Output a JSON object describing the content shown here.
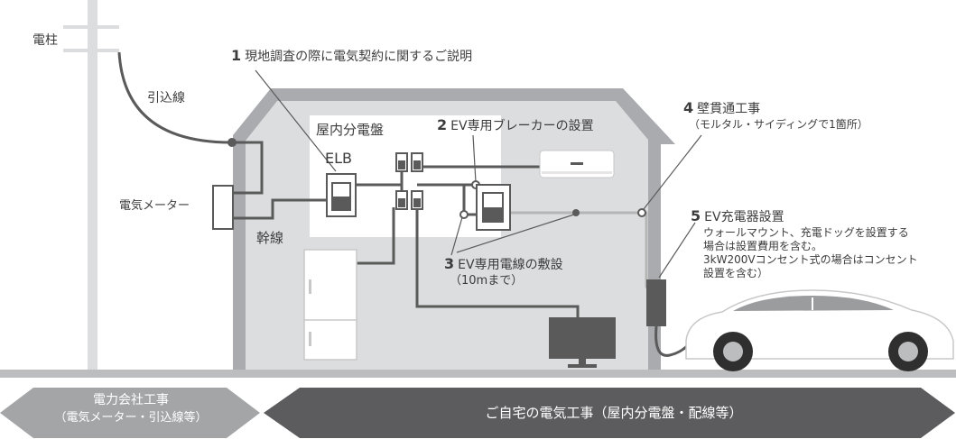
{
  "labels": {
    "pole": "電柱",
    "service_drop": "引込線",
    "meter": "電気メーター",
    "main_line": "幹線",
    "panel": "屋内分電盤",
    "elb": "ELB"
  },
  "steps": [
    {
      "number": "1",
      "title": "現地調査の際に電気契約に関するご説明"
    },
    {
      "number": "2",
      "title": "EV専用ブレーカーの設置"
    },
    {
      "number": "3",
      "title": "EV専用電線の敷設",
      "sub": "（10mまで）"
    },
    {
      "number": "4",
      "title": "壁貫通工事",
      "sub": "（モルタル・サイディングで1箇所）"
    },
    {
      "number": "5",
      "title": "EV充電器設置",
      "lines": [
        "ウォールマウント、充電ドッグを設置する",
        "場合は設置費用を含む。",
        "3kW200Vコンセント式の場合はコンセント",
        "設置を含む）"
      ]
    }
  ],
  "banners": {
    "utility_line1": "電力会社工事",
    "utility_line2": "（電気メーター・引込線等）",
    "home": "ご自宅の電気工事（屋内分電盤・配線等）"
  },
  "colors": {
    "house": "#a9abae",
    "interior": "#dcdddf",
    "panel_bg": "#ffffff",
    "wire": "#5a5a5a",
    "ev_wire": "#b5b5b5",
    "banner_left": "#a3a5a7",
    "banner_right": "#5c5c5e",
    "ground": "#bcbdbf"
  }
}
